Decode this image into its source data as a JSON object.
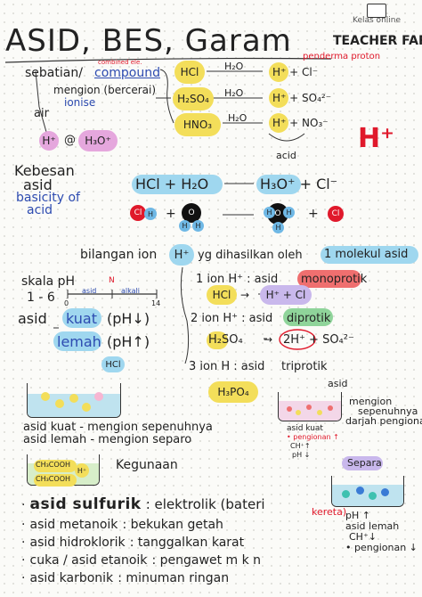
{
  "title": "ASID, BES, Garam",
  "brand": {
    "line1": "Kelas online",
    "line2": "TEACHER FARA"
  },
  "definition": {
    "sebatian": "sebatian/",
    "compound": "compound",
    "combined_note": "combined ele.",
    "mengion": "mengion (bercerai)",
    "ionise": "ionise",
    "air": "air",
    "h_plus": "H⁺",
    "at": "@",
    "h3o": "H₃O⁺"
  },
  "acids": {
    "water_label": "H₂O",
    "hcl": "HCl",
    "h2so4": "H₂SO₄",
    "hno3": "HNO₃",
    "prod1": "H⁺ + Cl⁻",
    "prod2": "H⁺ + SO₄²⁻",
    "prod3": "H⁺ + NO₃⁻",
    "proton_donor": "penderma proton",
    "acid_label": "acid",
    "big_h": "H⁺"
  },
  "basicity": {
    "kebesan": "Kebesan",
    "asid": "asid",
    "basicity_of": "basicity of",
    "acid": "acid",
    "equation_left": "HCl + H₂O",
    "equation_right": "H₃O⁺ + Cl⁻",
    "atom_cl": "Cl",
    "atom_h": "H",
    "atom_o": "O",
    "definition_a": "bilangan ion",
    "definition_ion": "H⁺",
    "definition_b": "yg dihasilkan oleh",
    "definition_c": "1 molekul asid"
  },
  "types": {
    "t1": "1 ion H⁺ : asid",
    "t1_word": "monoprotik",
    "t1_eq_a": "HCl",
    "t1_eq_b": "H⁺ + Cl",
    "t2": "2 ion H⁺ : asid",
    "t2_word": "diprotik",
    "t2_eq_a": "H₂SO₄",
    "t2_eq_b": "2H⁺ + SO₄²⁻",
    "t3": "3 ion H : asid",
    "t3_word": "triprotik",
    "t3_eq": "H₃PO₄"
  },
  "ph": {
    "scale": "skala pH",
    "range": "1 - 6",
    "n_mark": "N",
    "asid_tick": "asid",
    "alkali_tick": "alkali",
    "start": "0",
    "end": "14",
    "kuat_a": "asid",
    "kuat": "kuat",
    "kuat_ph": "(pH↓)",
    "lemah": "lemah",
    "lemah_ph": "(pH↑)"
  },
  "beakers": {
    "hcl_tag": "HCl",
    "kuat_note": "asid kuat - mengion sepenuhnya",
    "lemah_note": "asid lemah - mengion separo",
    "asid_tag": "asid",
    "mengion_a": "mengion",
    "mengion_b": "sepenuhnya",
    "mengion_c": "darjah pengionan",
    "kuat_mini_a": "asid kuat",
    "kuat_mini_b": "• pengionan ↑",
    "kuat_mini_c": "CH⁺↑",
    "kuat_mini_d": "pH ↓",
    "ch3cooh_top": "CH₃COOH",
    "ch3cooh_bot": "CH₃COOH",
    "h_plus": "H⁺",
    "separo": "Separa",
    "lemah_mini_a": "pH ↑",
    "lemah_mini_b": "asid lemah",
    "lemah_mini_c": "CH⁺↓",
    "lemah_mini_d": "• pengionan ↓"
  },
  "uses": {
    "heading": "Kegunaan",
    "items": [
      {
        "name": "asid sulfurik",
        "use": ": elektrolik (bateri"
      },
      {
        "name": "asid metanoik",
        "use": ": bekukan getah"
      },
      {
        "name": "asid hidroklorik",
        "use": ": tanggalkan karat"
      },
      {
        "name": "cuka / asid etanoik",
        "use": ": pengawet m k n"
      },
      {
        "name": "asid karbonik",
        "use": ": minuman ringan"
      }
    ],
    "kereta": "kereta)"
  },
  "colors": {
    "blue_ink": "#2d4bb0",
    "red_ink": "#e0192b",
    "yellow": "#f3de5a",
    "cyan": "#9fd7ef"
  }
}
